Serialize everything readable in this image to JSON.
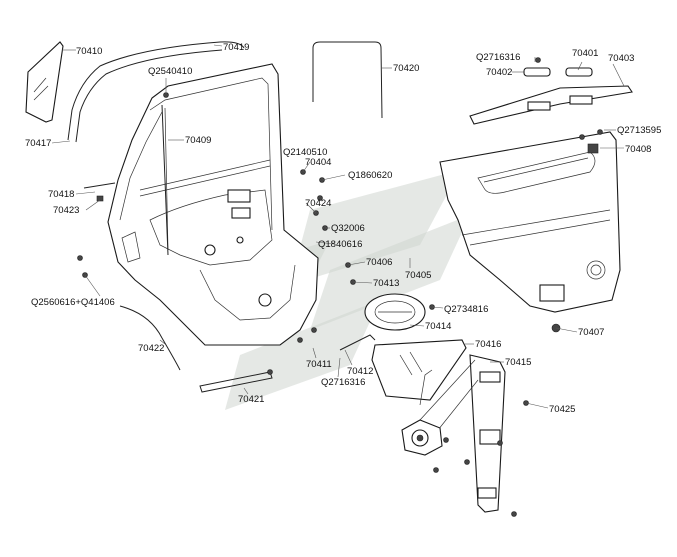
{
  "watermark_color": "#c9d2c9",
  "labels": {
    "p70410": "70410",
    "p70419": "70419",
    "pQ2540410": "Q2540410",
    "p70420": "70420",
    "pQ2716316a": "Q2716316",
    "p70401": "70401",
    "p70403": "70403",
    "p70402": "70402",
    "p70417": "70417",
    "p70409": "70409",
    "pQ2140510": "Q2140510",
    "p70404": "70404",
    "pQ1860620": "Q1860620",
    "pQ2713595": "Q2713595",
    "p70408": "70408",
    "p70418": "70418",
    "p70423": "70423",
    "p70424": "70424",
    "pQ32006": "Q32006",
    "pQ1840616": "Q1840616",
    "p70406": "70406",
    "p70405": "70405",
    "p70413": "70413",
    "pQ2734816": "Q2734816",
    "pQ2560616": "Q2560616+Q41406",
    "p70414": "70414",
    "p70407": "70407",
    "p70422": "70422",
    "p70416": "70416",
    "p70411": "70411",
    "p70412": "70412",
    "p70415": "70415",
    "pQ2716316b": "Q2716316",
    "p70421": "70421",
    "p70425": "70425"
  }
}
